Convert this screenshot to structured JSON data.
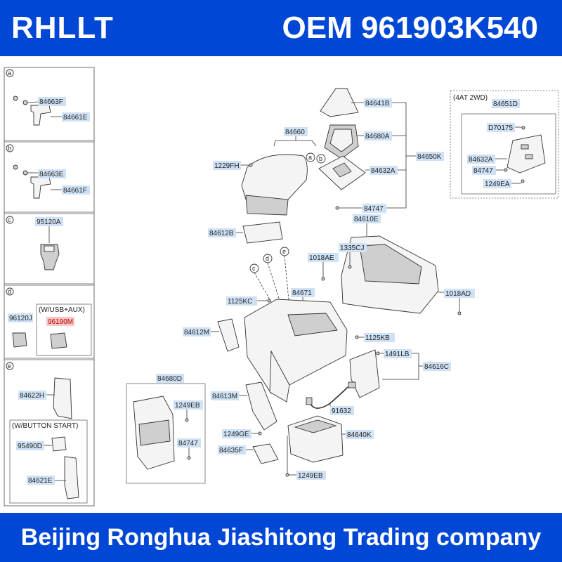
{
  "header": {
    "brand": "RHLLT",
    "oem_label": "OEM 961903K540"
  },
  "footer": {
    "company": "Beijing Ronghua Jiashitong Trading company"
  },
  "side_panel": {
    "sections": [
      {
        "letter": "a",
        "parts": [
          "84663F",
          "84661E"
        ]
      },
      {
        "letter": "b",
        "parts": [
          "84663E",
          "84661F"
        ]
      },
      {
        "letter": "c",
        "parts": [
          "95120A"
        ]
      },
      {
        "letter": "d",
        "parts": [
          "96120J",
          "96190M"
        ],
        "variant_note": "(W/USB+AUX)"
      },
      {
        "letter": "e",
        "parts": [
          "84622H",
          "95490D",
          "84621E"
        ],
        "variant_note": "(W/BUTTON START)"
      }
    ]
  },
  "inset": {
    "note": "(4AT 2WD)",
    "parts": [
      "84651D",
      "D70175",
      "84632A",
      "84747",
      "1249EA"
    ]
  },
  "callouts": {
    "p84641B": "84641B",
    "p84680A": "84680A",
    "p84650K": "84650K",
    "p84632A": "84632A",
    "p84747": "84747",
    "p84660": "84660",
    "p1229FH": "1229FH",
    "p84612B": "84612B",
    "p84610E": "84610E",
    "p1335CJ": "1335CJ",
    "p1018AE": "1018AE",
    "p84671": "84671",
    "p1125KC": "1125KC",
    "p1018AD": "1018AD",
    "p84612M": "84612M",
    "p1125KB": "1125KB",
    "p1491LB": "1491LB",
    "p84616C": "84616C",
    "p84680D": "84680D",
    "p1249EB_a": "1249EB",
    "p84747_b": "84747",
    "p84613M": "84613M",
    "p91632": "91632",
    "p1249GE": "1249GE",
    "p84640K": "84640K",
    "p84635F": "84635F",
    "p1249EB_b": "1249EB"
  },
  "circle_refs": {
    "a": "a",
    "b": "b",
    "c": "c",
    "d": "d",
    "e": "e"
  },
  "colors": {
    "banner_bg": "#0047d6",
    "banner_text": "#ffffff",
    "label_fill": "#cfe2f5",
    "highlight_fill": "#f7c7c7"
  }
}
